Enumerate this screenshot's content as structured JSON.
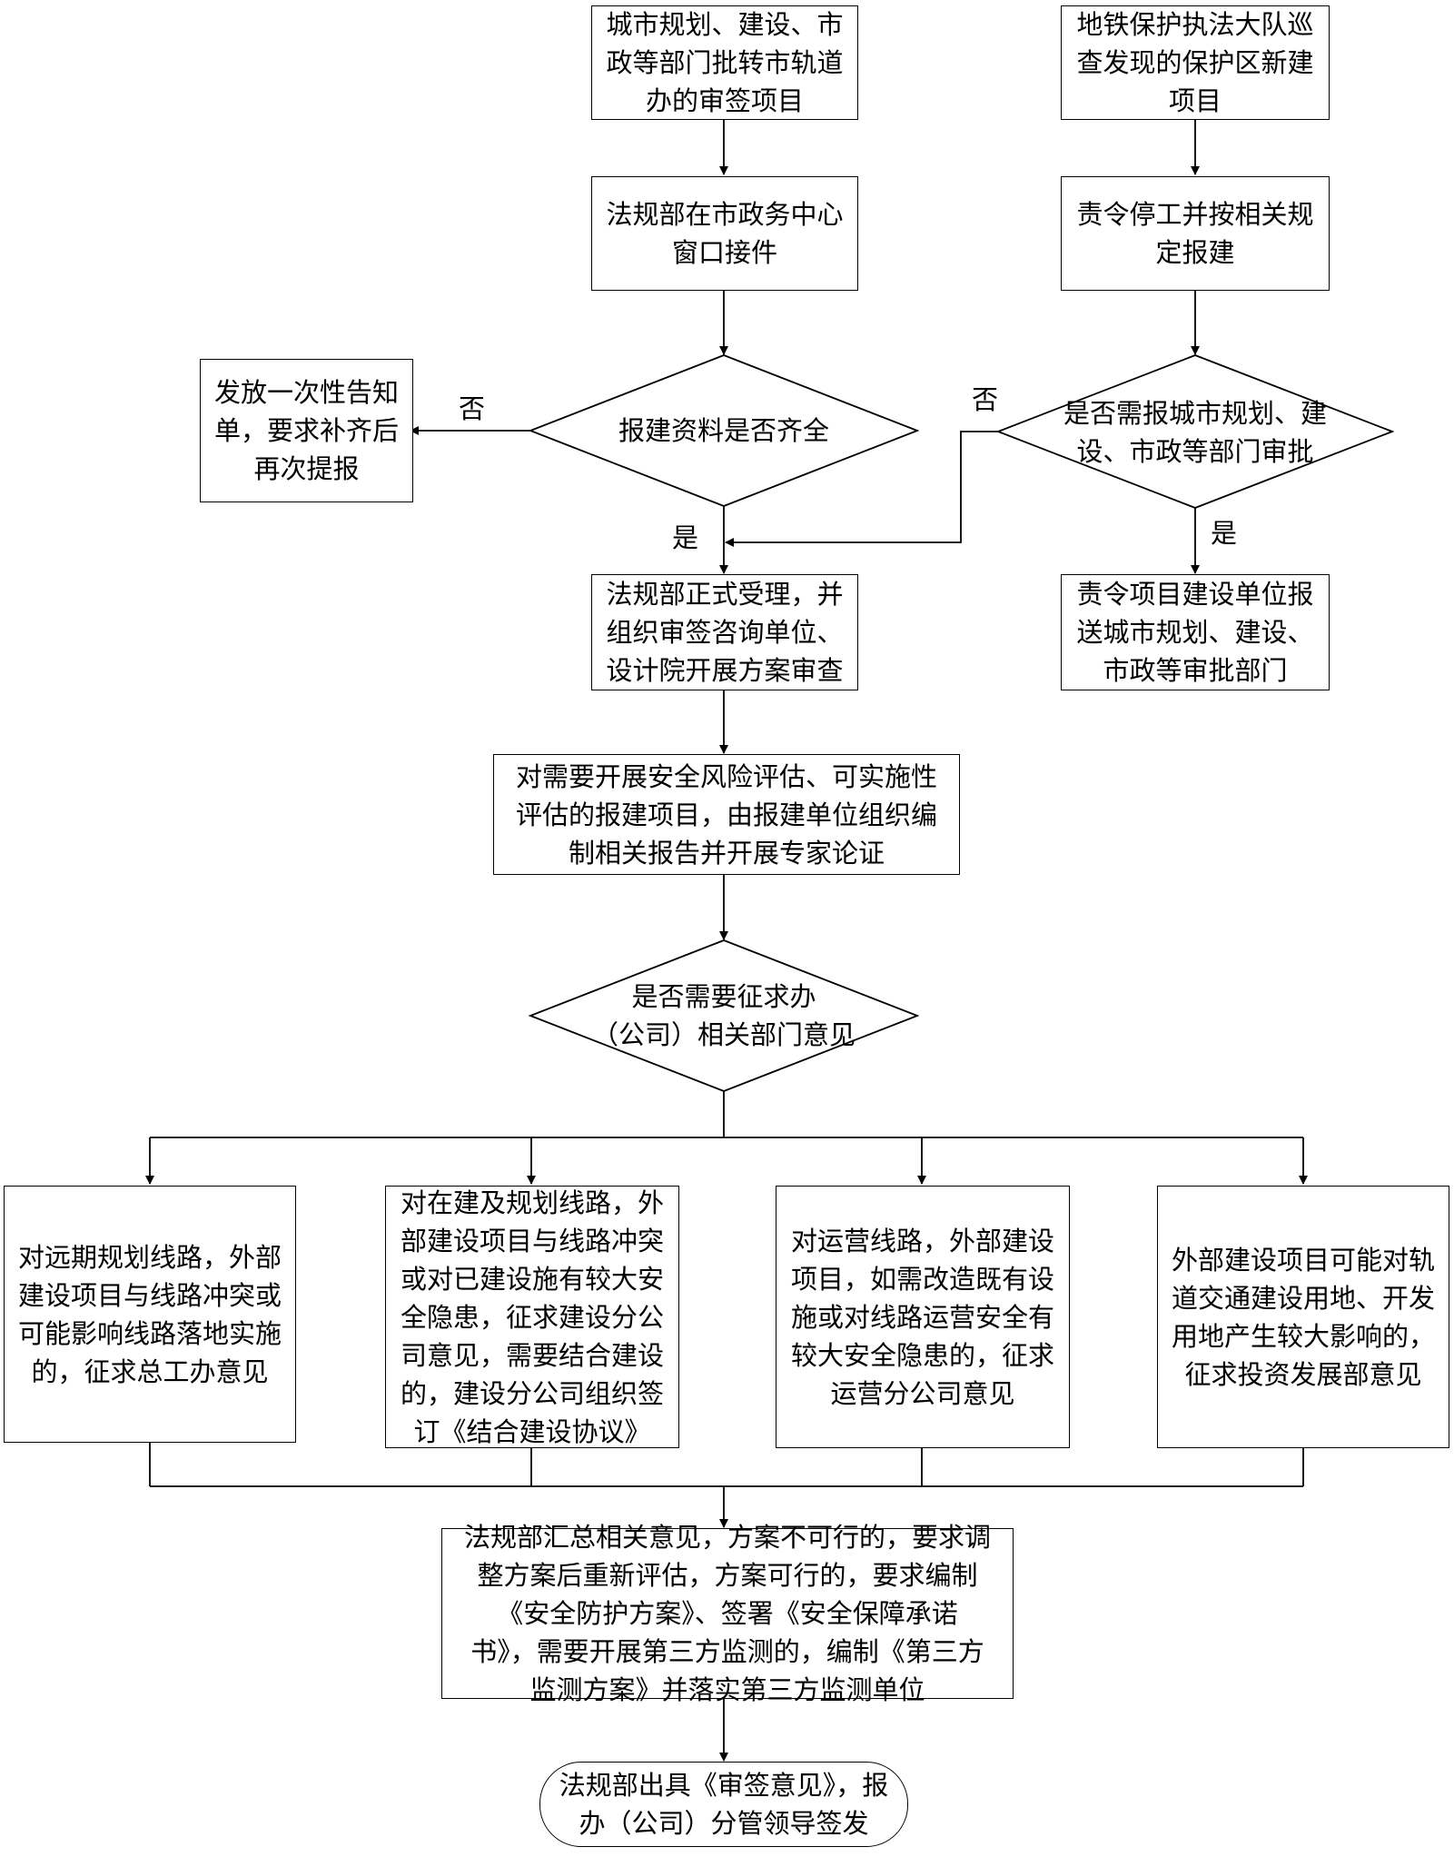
{
  "nodes": {
    "city_depts_transfer": "城市规划、建设、市\n政等部门批转市轨道\n办的审签项目",
    "metro_patrol": "地铁保护执法大队巡\n查发现的保护区新建\n项目",
    "receive_window": "法规部在市政务中心\n窗口接件",
    "stop_work": "责令停工并按相关规\n定报建",
    "materials_complete": "报建资料是否齐全",
    "need_city_approval": "是否需报城市规划、建\n设、市政等部门审批",
    "issue_notice": "发放一次性告知\n单，要求补齐后\n再次提报",
    "formal_accept": "法规部正式受理，并\n组织审签咨询单位、\n设计院开展方案审查",
    "order_submit": "责令项目建设单位报\n送城市规划、建设、\n市政等审批部门",
    "risk_assessment": "对需要开展安全风险评估、可实施性\n评估的报建项目，由报建单位组织编\n制相关报告并开展专家论证",
    "need_opinions": "是否需要征求办\n（公司）相关部门意见",
    "branch_far_lines": "对远期规划线路，外部\n建设项目与线路冲突或\n可能影响线路落地实施\n的，征求总工办意见",
    "branch_construction_lines": "对在建及规划线路，外\n部建设项目与线路冲突\n或对已建设施有较大安\n全隐患，征求建设分公\n司意见，需要结合建设\n的，建设分公司组织签\n订《结合建设协议》",
    "branch_operating_lines": "对运营线路，外部建设\n项目，如需改造既有设\n施或对线路运营安全有\n较大安全隐患的，征求\n运营分公司意见",
    "branch_land_use": "外部建设项目可能对轨\n道交通建设用地、开发\n用地产生较大影响的，\n征求投资发展部意见",
    "summarize_opinions": "法规部汇总相关意见，方案不可行的，要求调\n整方案后重新评估，方案可行的，要求编制\n《安全防护方案》、签署《安全保障承诺\n书》，需要开展第三方监测的，编制《第三方\n监测方案》并落实第三方监测单位",
    "issue_review_opinion": "法规部出具《审签意见》，报\n办（公司）分管领导签发"
  },
  "labels": {
    "no_left": "否",
    "yes_left": "是",
    "no_right": "否",
    "yes_right": "是"
  },
  "colors": {
    "line": "#000000",
    "background": "#ffffff"
  }
}
